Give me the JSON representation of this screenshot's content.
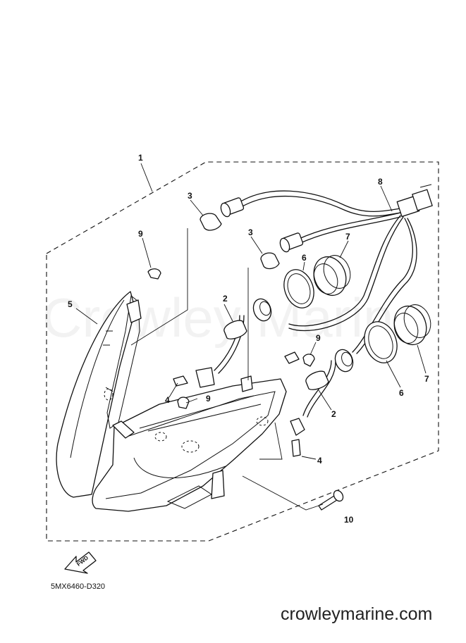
{
  "diagram_code": "5MX6460-D320",
  "site_url": "crowleymarine.com",
  "watermark": "Crowley Marine",
  "fwd_label": "FWD",
  "callouts": [
    "1",
    "2",
    "2",
    "3",
    "3",
    "4",
    "4",
    "5",
    "6",
    "6",
    "7",
    "7",
    "8",
    "9",
    "9",
    "9",
    "10"
  ],
  "icons": [
    "fwd-arrow-icon"
  ]
}
